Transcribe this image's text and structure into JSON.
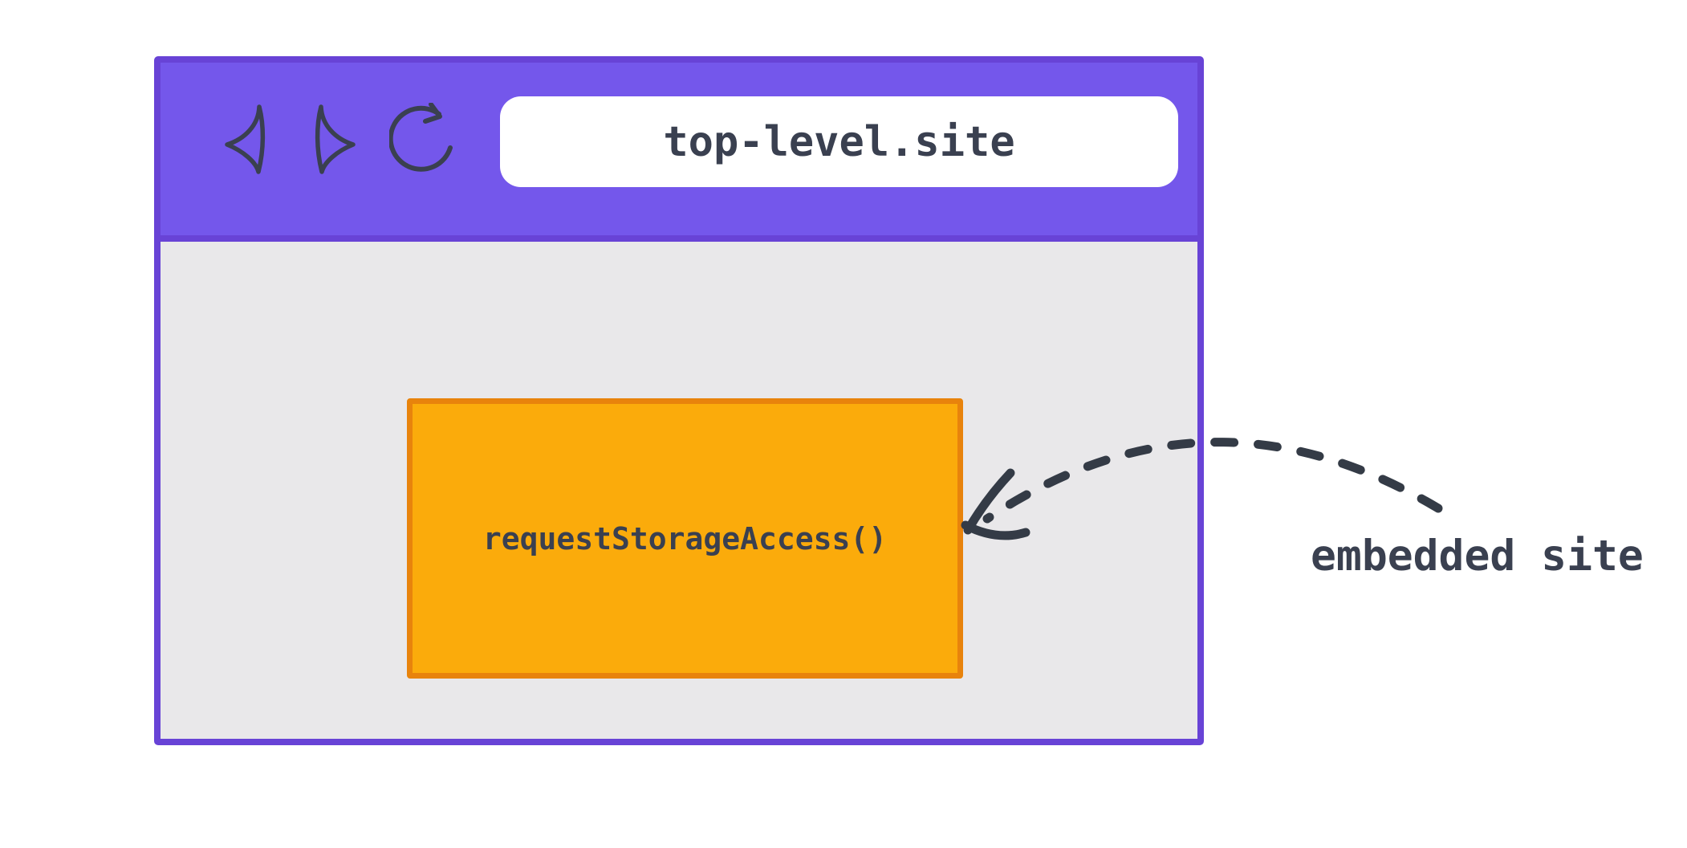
{
  "browser": {
    "address_bar": {
      "url": "top-level.site"
    },
    "toolbar": {
      "icons": [
        "back",
        "forward",
        "reload"
      ]
    },
    "embedded_frame": {
      "label": "requestStorageAccess()"
    }
  },
  "annotation": {
    "label": "embedded site"
  },
  "colors": {
    "page-bg": "#FFFFFF",
    "toolbar-purple": "#7457EB",
    "window-border": "#6843D6",
    "content-gray": "#E9E8EA",
    "address-bar-bg": "#FFFFFF",
    "frame-orange": "#FBAB0B",
    "frame-border-orange": "#E8830C",
    "ink": "#3A4050",
    "arrow-ink": "#343B46"
  }
}
